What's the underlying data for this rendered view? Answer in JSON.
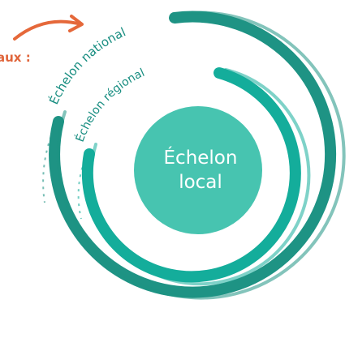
{
  "left_label": "aux :",
  "arc_labels": {
    "outer": "Échelon national",
    "middle": "Échelon régional"
  },
  "center": {
    "line1": "Échelon",
    "line2": "local"
  },
  "colors": {
    "outer_ring": "#1e9384",
    "middle_ring": "#14ad9b",
    "center_fill": "#47c4b0",
    "center_text": "#ffffff",
    "arrow": "#e5683a",
    "label_text": "#178d80"
  }
}
